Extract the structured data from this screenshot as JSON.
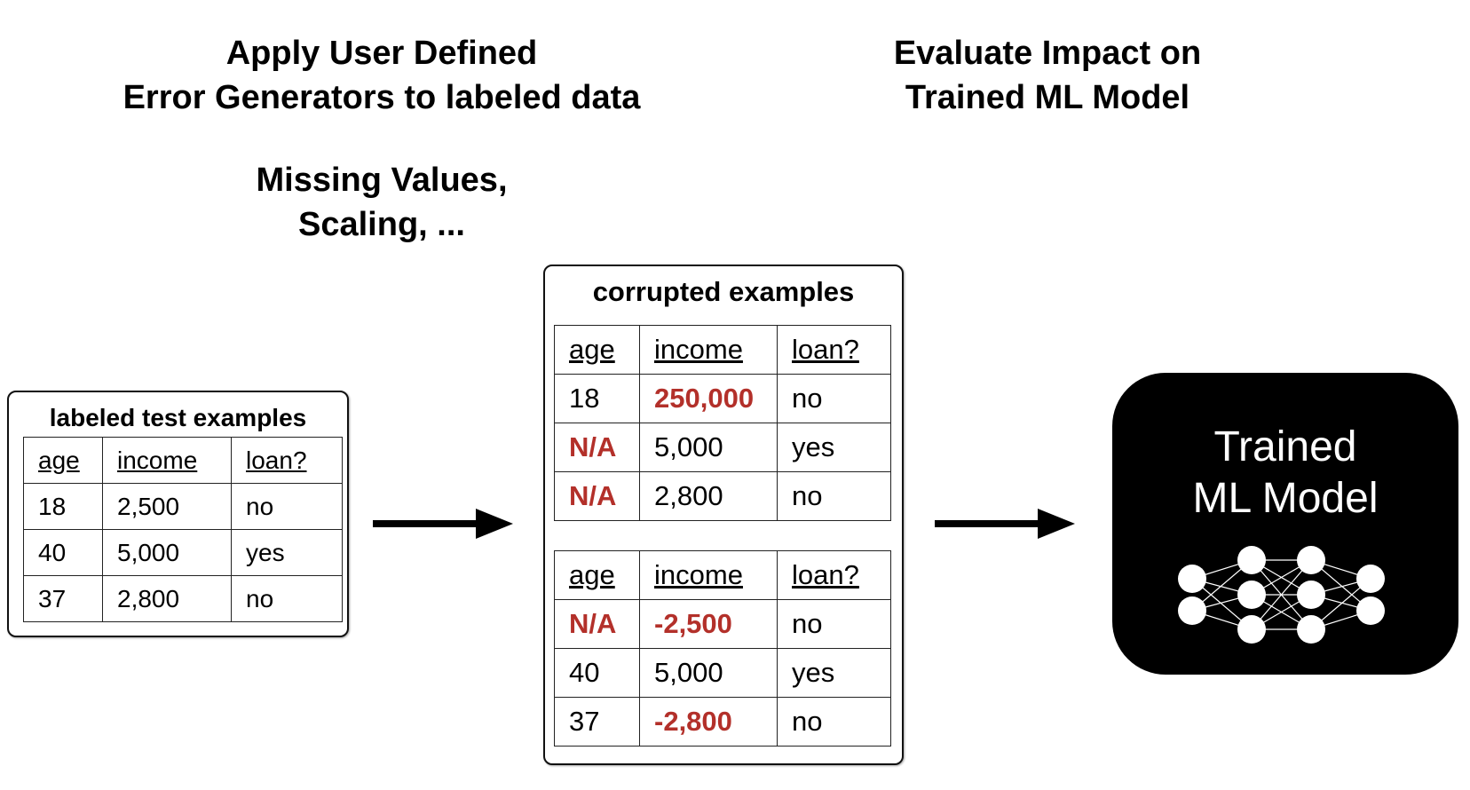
{
  "headings": {
    "apply": [
      "Apply User Defined",
      "Error Generators to labeled data"
    ],
    "errors": [
      "Missing Values,",
      "Scaling, ..."
    ],
    "evaluate": [
      "Evaluate Impact on",
      "Trained ML Model"
    ]
  },
  "labeled_panel": {
    "title": "labeled test examples",
    "columns": [
      "age",
      "income",
      "loan?"
    ],
    "rows": [
      [
        "18",
        "2,500",
        "no"
      ],
      [
        "40",
        "5,000",
        "yes"
      ],
      [
        "37",
        "2,800",
        "no"
      ]
    ]
  },
  "corrupted_panel": {
    "title": "corrupted examples",
    "tables": [
      {
        "columns": [
          "age",
          "income",
          "loan?"
        ],
        "rows": [
          [
            {
              "v": "18",
              "err": false
            },
            {
              "v": "250,000",
              "err": true
            },
            {
              "v": "no",
              "err": false
            }
          ],
          [
            {
              "v": "N/A",
              "err": true
            },
            {
              "v": "5,000",
              "err": false
            },
            {
              "v": "yes",
              "err": false
            }
          ],
          [
            {
              "v": "N/A",
              "err": true
            },
            {
              "v": "2,800",
              "err": false
            },
            {
              "v": "no",
              "err": false
            }
          ]
        ]
      },
      {
        "columns": [
          "age",
          "income",
          "loan?"
        ],
        "rows": [
          [
            {
              "v": "N/A",
              "err": true
            },
            {
              "v": "-2,500",
              "err": true
            },
            {
              "v": "no",
              "err": false
            }
          ],
          [
            {
              "v": "40",
              "err": false
            },
            {
              "v": "5,000",
              "err": false
            },
            {
              "v": "yes",
              "err": false
            }
          ],
          [
            {
              "v": "37",
              "err": false
            },
            {
              "v": "-2,800",
              "err": true
            },
            {
              "v": "no",
              "err": false
            }
          ]
        ]
      }
    ]
  },
  "model": {
    "label": [
      "Trained",
      "ML Model"
    ],
    "icon": "neural-network-icon"
  },
  "colors": {
    "error": "#b3302a",
    "model_bg": "#000000",
    "model_text": "#ffffff"
  }
}
